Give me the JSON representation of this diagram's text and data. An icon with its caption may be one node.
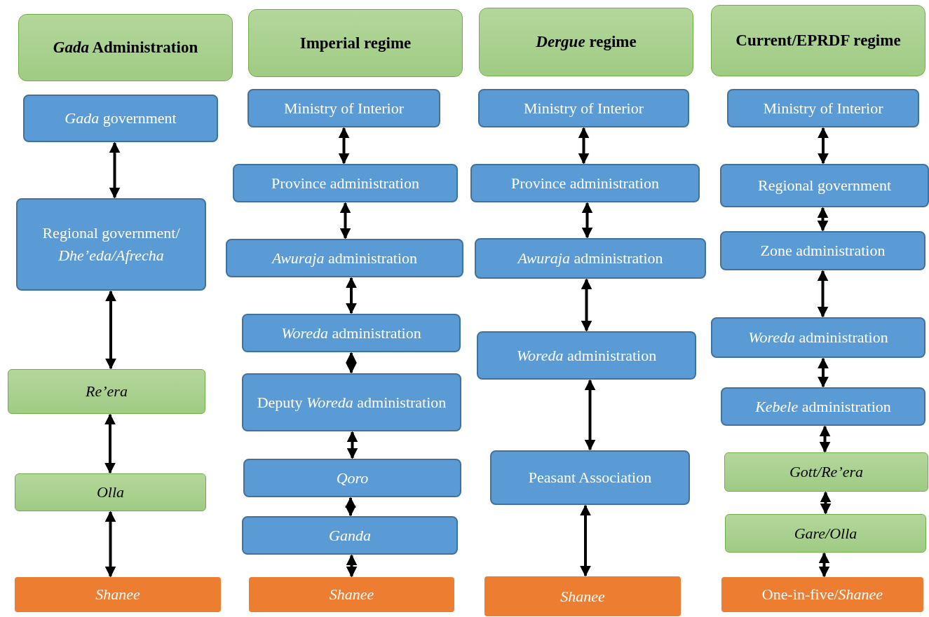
{
  "diagram": {
    "nodes": [
      {
        "text": [
          "*Gada* Administration"
        ]
      },
      {
        "text": [
          "*Gada* government"
        ]
      },
      {
        "text": [
          "Regional government/ *Dhe’eda/Afrecha*"
        ]
      },
      {
        "text": [
          "Re’era"
        ]
      },
      {
        "text": [
          "Olla"
        ]
      },
      {
        "text": [
          "Shanee"
        ]
      },
      {
        "text": [
          "Imperial regime"
        ]
      },
      {
        "text": [
          "Ministry of Interior"
        ]
      },
      {
        "text": [
          "Province administration"
        ]
      },
      {
        "text": [
          "*Awuraja* administration"
        ]
      },
      {
        "text": [
          "*Woreda* administration"
        ]
      },
      {
        "text": [
          "Deputy *Woreda* administration"
        ]
      },
      {
        "text": [
          "Qoro"
        ]
      },
      {
        "text": [
          "Ganda"
        ]
      },
      {
        "text": [
          "Shanee"
        ]
      },
      {
        "text": [
          "*Dergue* regime"
        ]
      },
      {
        "text": [
          "Ministry of Interior"
        ]
      },
      {
        "text": [
          "Province administration"
        ]
      },
      {
        "text": [
          "*Awuraja* administration"
        ]
      },
      {
        "text": [
          "*Woreda* administration"
        ]
      },
      {
        "text": [
          "Peasant Association"
        ]
      },
      {
        "text": [
          "Shanee"
        ]
      },
      {
        "text": [
          "Current/EPRDF regime"
        ]
      },
      {
        "text": [
          "Ministry of Interior"
        ]
      },
      {
        "text": [
          "Regional government"
        ]
      },
      {
        "text": [
          "Zone administration"
        ]
      },
      {
        "text": [
          "*Woreda* administration"
        ]
      },
      {
        "text": [
          "*Kebele* administration"
        ]
      },
      {
        "text": [
          "Gott/Re’era"
        ]
      },
      {
        "text": [
          "Gare/Olla"
        ]
      },
      {
        "text": [
          "One-in-five/*Shanee*"
        ]
      }
    ],
    "edges": [
      {
        "from": 1,
        "to": 2,
        "arrow": "both"
      },
      {
        "from": 2,
        "to": 3,
        "arrow": "both"
      },
      {
        "from": 3,
        "to": 4,
        "arrow": "both"
      },
      {
        "from": 4,
        "to": 5,
        "arrow": "both"
      },
      {
        "from": 7,
        "to": 8,
        "arrow": "both"
      },
      {
        "from": 8,
        "to": 9,
        "arrow": "both"
      },
      {
        "from": 9,
        "to": 10,
        "arrow": "both"
      },
      {
        "from": 10,
        "to": 11,
        "arrow": "both"
      },
      {
        "from": 11,
        "to": 12,
        "arrow": "both"
      },
      {
        "from": 12,
        "to": 13,
        "arrow": "both"
      },
      {
        "from": 13,
        "to": 14,
        "arrow": "both"
      },
      {
        "from": 16,
        "to": 17,
        "arrow": "both"
      },
      {
        "from": 17,
        "to": 18,
        "arrow": "both"
      },
      {
        "from": 18,
        "to": 19,
        "arrow": "both"
      },
      {
        "from": 19,
        "to": 20,
        "arrow": "both"
      },
      {
        "from": 20,
        "to": 21,
        "arrow": "both"
      },
      {
        "from": 23,
        "to": 24,
        "arrow": "both"
      },
      {
        "from": 24,
        "to": 25,
        "arrow": "both"
      },
      {
        "from": 25,
        "to": 26,
        "arrow": "both"
      },
      {
        "from": 26,
        "to": 27,
        "arrow": "both"
      },
      {
        "from": 27,
        "to": 28,
        "arrow": "both"
      },
      {
        "from": 28,
        "to": 29,
        "arrow": "both"
      },
      {
        "from": 29,
        "to": 30,
        "arrow": "both"
      }
    ]
  }
}
